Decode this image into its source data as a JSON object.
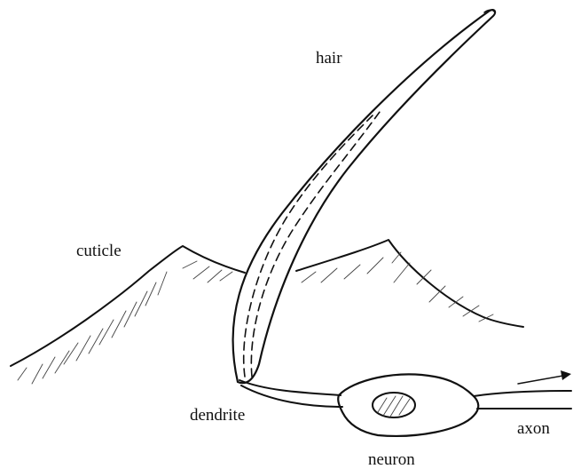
{
  "labels": {
    "hair": "hair",
    "cuticle": "cuticle",
    "dendrite": "dendrite",
    "neuron": "neuron",
    "axon": "axon"
  },
  "colors": {
    "ink": "#111111",
    "background": "#ffffff"
  }
}
